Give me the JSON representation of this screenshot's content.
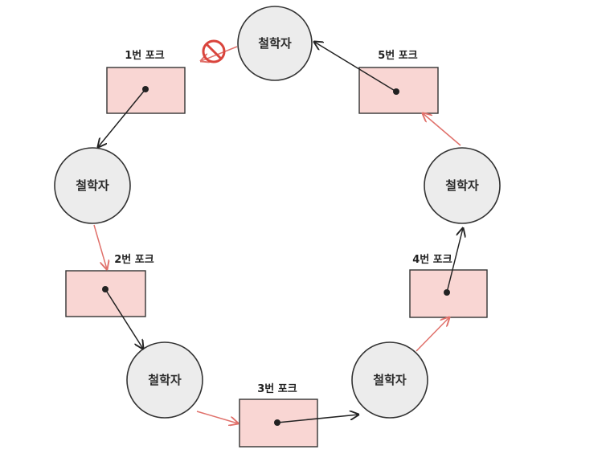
{
  "colors": {
    "philosopher_fill": "#ececec",
    "philosopher_stroke": "#333333",
    "fork_fill": "#f9d6d3",
    "fork_stroke": "#333333",
    "hold_arrow": "#222222",
    "request_arrow": "#e0706a",
    "blocked_icon": "#d9443c"
  },
  "philosophers": [
    {
      "label": "철학자"
    },
    {
      "label": "철학자"
    },
    {
      "label": "철학자"
    },
    {
      "label": "철학자"
    },
    {
      "label": "철학자"
    }
  ],
  "forks": [
    {
      "label": "1번 포크"
    },
    {
      "label": "2번 포크"
    },
    {
      "label": "3번 포크"
    },
    {
      "label": "4번 포크"
    },
    {
      "label": "5번 포크"
    }
  ],
  "blocked_icon": "no-entry-icon"
}
